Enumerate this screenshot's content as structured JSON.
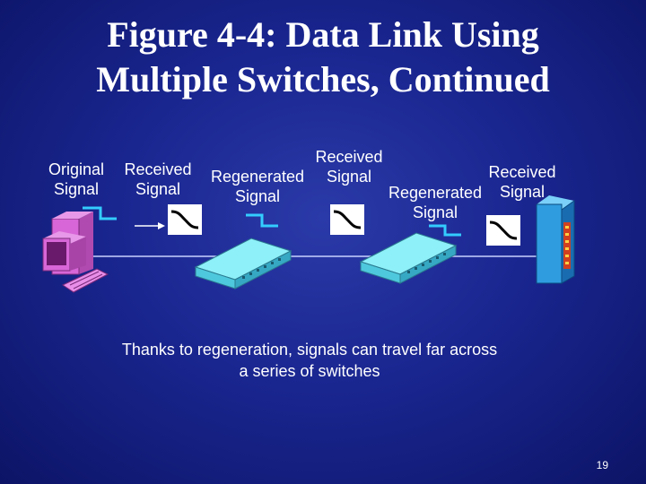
{
  "slide": {
    "title_line1": "Figure 4-4: Data Link Using",
    "title_line2": "Multiple Switches, Continued",
    "caption_line1": "Thanks to regeneration, signals can travel far across",
    "caption_line2": "a series of switches",
    "page_number": "19"
  },
  "labels": {
    "original_line1": "Original",
    "original_line2": "Signal",
    "received1_line1": "Received",
    "received1_line2": "Signal",
    "regen1_line1": "Regenerated",
    "regen1_line2": "Signal",
    "received2_line1": "Received",
    "received2_line2": "Signal",
    "regen2_line1": "Regenerated",
    "regen2_line2": "Signal",
    "received3_line1": "Received",
    "received3_line2": "Signal"
  },
  "colors": {
    "background": "#1a2690",
    "computer": "#d866d8",
    "switch": "#66dce8",
    "server": "#2f9ce0",
    "signal": "#33ccff",
    "arrow": "#ffffff"
  },
  "icons": [
    "computer-icon",
    "switch-icon",
    "server-icon",
    "square-wave-icon",
    "degraded-wave-icon"
  ]
}
